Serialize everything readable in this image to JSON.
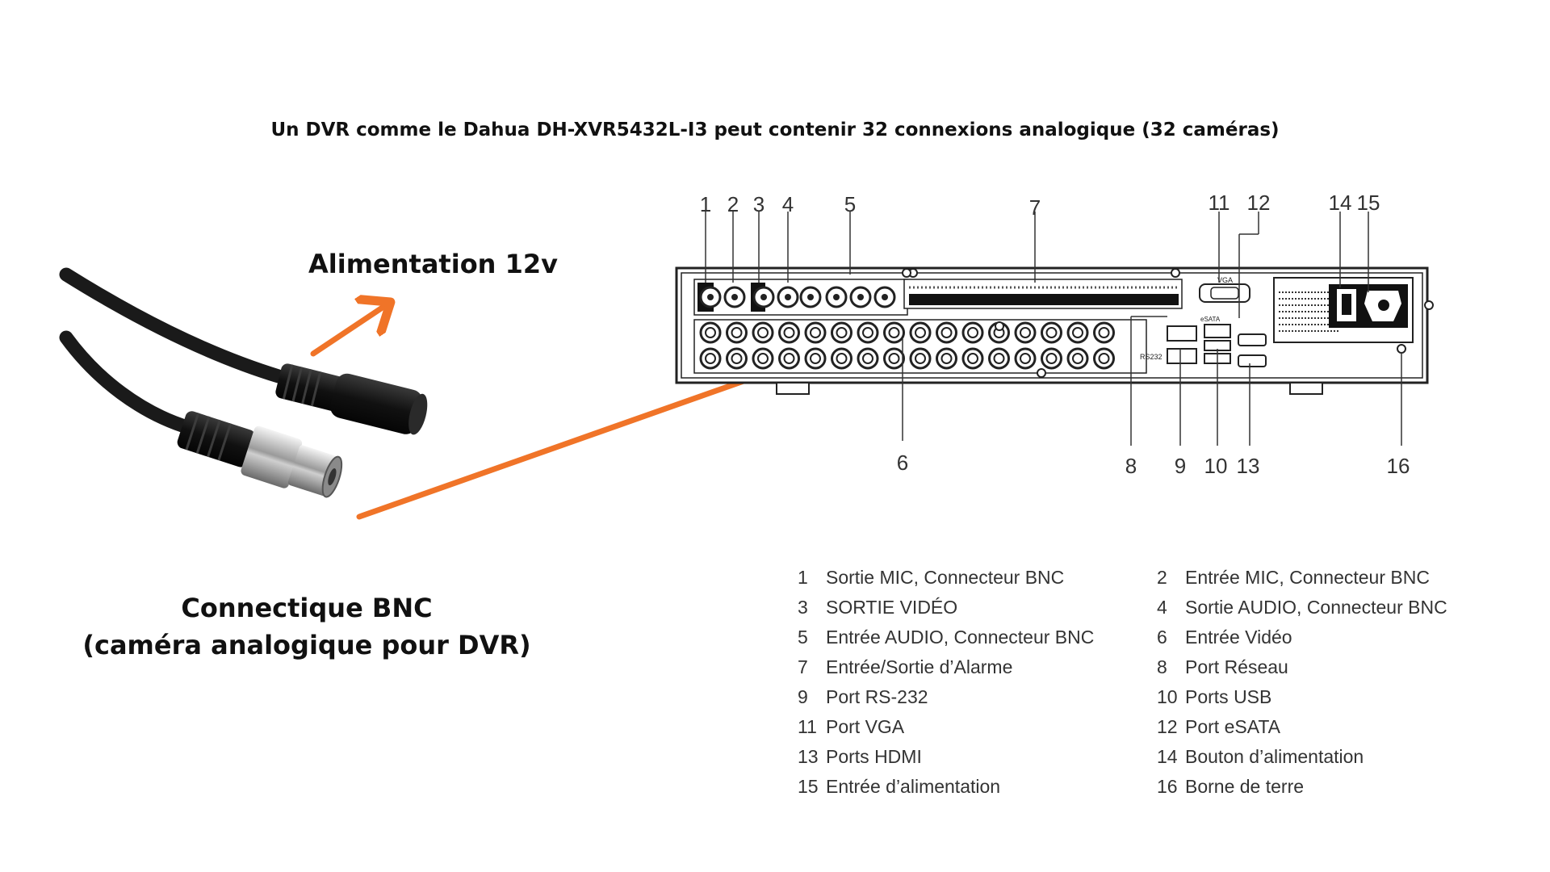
{
  "heading": "Un DVR comme le Dahua DH-XVR5432L-I3 peut contenir 32 connexions analogique (32 caméras)",
  "captions": {
    "power": "Alimentation 12v",
    "bnc_line1": "Connectique BNC",
    "bnc_line2": "(caméra analogique pour DVR)"
  },
  "colors": {
    "arrow": "#f07428",
    "cable": "#1c1c1c",
    "device_outline": "#222222"
  },
  "device": {
    "top_numbers": [
      "1",
      "2",
      "3",
      "4",
      "5",
      "7",
      "11",
      "12",
      "14",
      "15"
    ],
    "bottom_numbers": [
      "6",
      "8",
      "9",
      "10",
      "13",
      "16"
    ],
    "labels": {
      "vga": "VGA",
      "rs232": "RS232",
      "esata": "eSATA"
    }
  },
  "legend": [
    {
      "num": "1",
      "text": "Sortie MIC, Connecteur BNC"
    },
    {
      "num": "2",
      "text": "Entrée MIC, Connecteur BNC"
    },
    {
      "num": "3",
      "text": "SORTIE VIDÉO"
    },
    {
      "num": "4",
      "text": "Sortie AUDIO, Connecteur BNC"
    },
    {
      "num": "5",
      "text": "Entrée AUDIO, Connecteur BNC"
    },
    {
      "num": "6",
      "text": "Entrée Vidéo"
    },
    {
      "num": "7",
      "text": "Entrée/Sortie d’Alarme"
    },
    {
      "num": "8",
      "text": "Port Réseau"
    },
    {
      "num": "9",
      "text": "Port RS-232"
    },
    {
      "num": "10",
      "text": "Ports USB"
    },
    {
      "num": "11",
      "text": "Port VGA"
    },
    {
      "num": "12",
      "text": "Port eSATA"
    },
    {
      "num": "13",
      "text": "Ports HDMI"
    },
    {
      "num": "14",
      "text": "Bouton d’alimentation"
    },
    {
      "num": "15",
      "text": "Entrée d’alimentation"
    },
    {
      "num": "16",
      "text": "Borne de terre"
    }
  ]
}
